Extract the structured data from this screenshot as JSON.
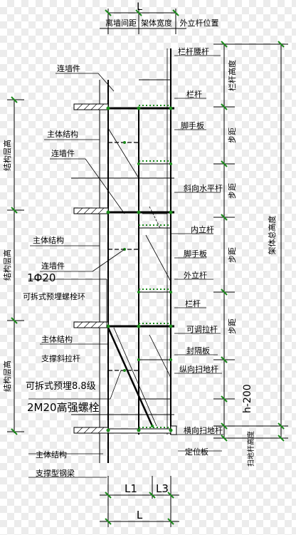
{
  "diagram": {
    "top_dim": {
      "L": "L",
      "labels": [
        "离墙间距",
        "架体宽度",
        "外立杆位置"
      ]
    },
    "bottom_dim": {
      "L1": "L1",
      "L3": "L3",
      "L": "L"
    },
    "left_labels": {
      "lianqiangjian_1": "连墙件",
      "zhuti_1": "主体结构",
      "lianqiangjian_2": "连墙件",
      "zhuti_2": "主体结构",
      "lianqiangjian_3": "连墙件",
      "phi": "1Φ20",
      "bolt_ring": "可拆式预埋螺栓环",
      "zhuti_3": "主体结构",
      "brace": "支撑斜拉杆",
      "bolt_1": "可拆式预埋8.8级",
      "bolt_2": "2M20高强螺栓",
      "zhuti_4": "主体结构",
      "beam": "支撑型钢梁"
    },
    "right_labels": {
      "guardrail_waist": "栏杆腰杆",
      "guardrail_1": "栏杆",
      "footboard_1": "脚手板",
      "diag_horizontal": "斜向水平杆",
      "inner_pole": "内立杆",
      "footboard_2": "脚手板",
      "outer_pole": "外立杆",
      "guardrail_2": "栏杆",
      "adjustable": "可调拉杆",
      "seal": "封隔板",
      "long_sweep": "纵向扫地杆",
      "h200": "h-200",
      "cross_sweep": "横向扫地杆",
      "locating": "定位板"
    },
    "left_dim_labels": [
      "结构层高",
      "结构层高",
      "结构层高"
    ],
    "right_dim_labels": {
      "guardrail_height": "栏杆高度",
      "step_1": "步距",
      "step_2": "步距",
      "step_3": "步距",
      "step_4": "步距",
      "total": "架体总高度",
      "sweep_height": "扫地杆高度"
    }
  }
}
